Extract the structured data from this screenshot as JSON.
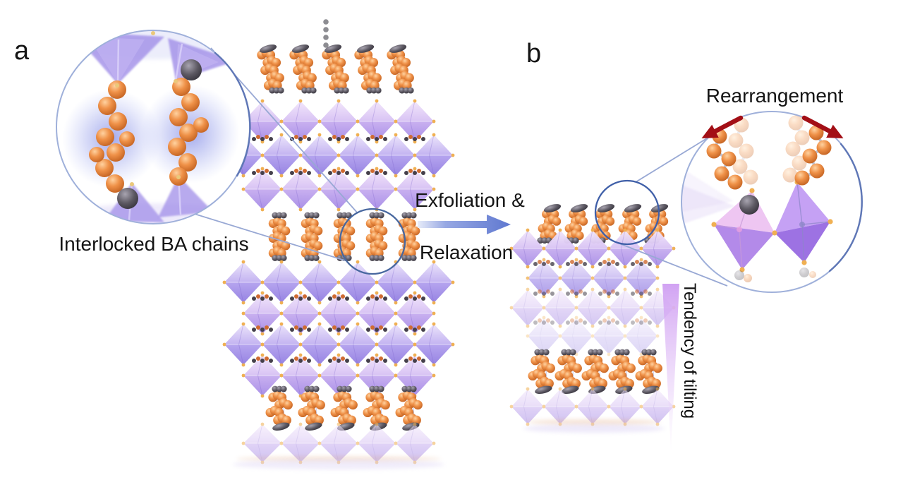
{
  "figure": {
    "panel_a": {
      "label": "a",
      "inset_caption": "Interlocked BA chains"
    },
    "transition": {
      "line1": "Exfoliation &",
      "line2": "Relaxation"
    },
    "panel_b": {
      "label": "b",
      "inset_caption": "Rearrangement",
      "legend_caption": "Tendency of tilting"
    },
    "colors": {
      "octahedron_purple": "#b3a2ec",
      "octahedron_pink": "#dcc2f0",
      "ba_chain_orange": "#e8853f",
      "nitrogen_gray": "#57525c",
      "vertex_dot_yellow": "#f0b052",
      "callout_blue": "#98a8d4",
      "highlight_circle_blue": "#47679f",
      "transition_arrow_blue": "#6d85d5",
      "rearrangement_arrow_red": "#a30f16",
      "tilt_gradient_purple": "#d2a0f2"
    }
  }
}
